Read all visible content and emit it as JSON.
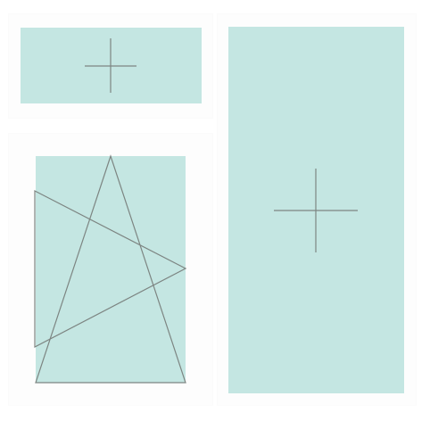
{
  "colors": {
    "background": "#ffffff",
    "frame": "#fdfdfd",
    "panel_fill": "#c4e6e2",
    "stroke": "#7d8582"
  },
  "panels": [
    {
      "name": "top-left-placeholder",
      "icon": "plus-icon"
    },
    {
      "name": "right-placeholder",
      "icon": "plus-icon"
    },
    {
      "name": "bottom-left-figure",
      "shapes": [
        "tall-triangle-outline",
        "right-pointing-triangle-outline"
      ]
    }
  ]
}
